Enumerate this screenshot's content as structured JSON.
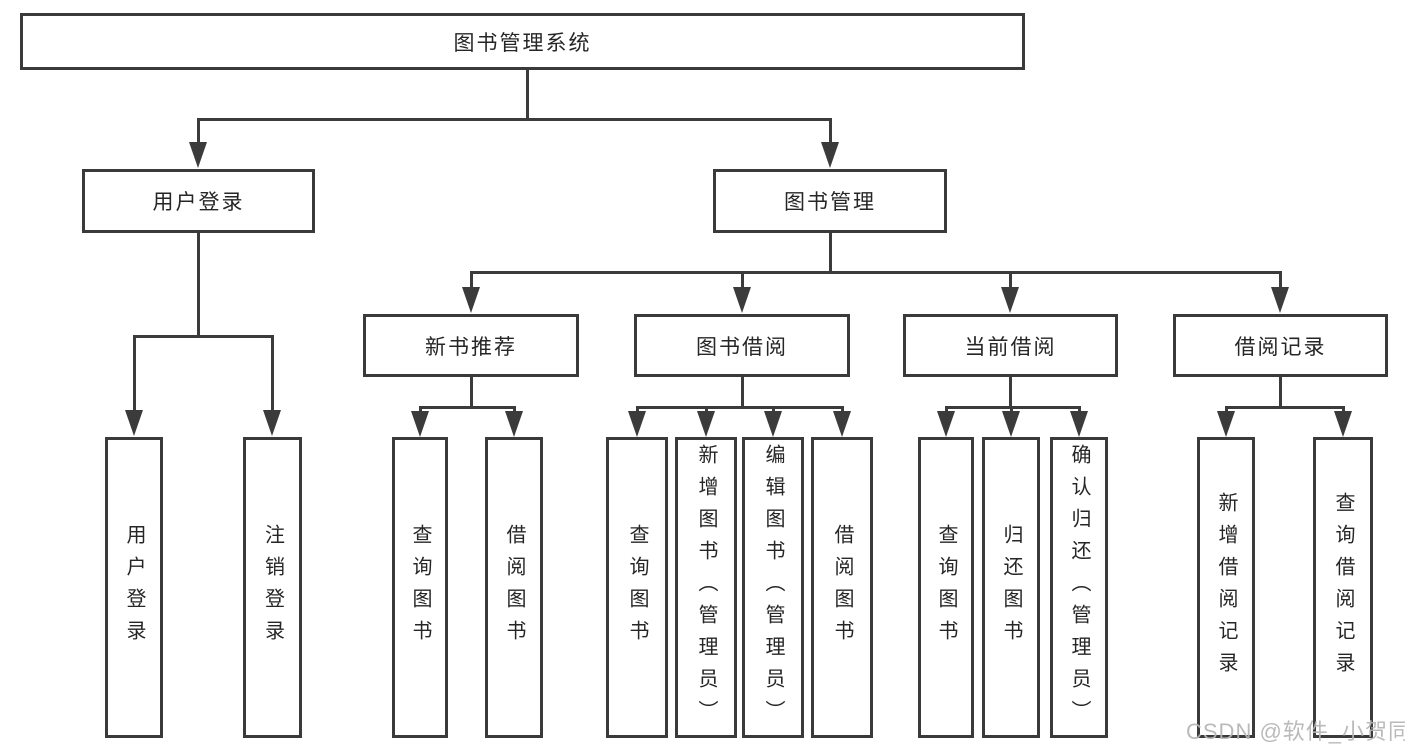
{
  "diagram": {
    "title_node": "图书管理系统",
    "root": {
      "label": "图书管理系统"
    },
    "branches": [
      {
        "label": "用户登录",
        "children": [
          {
            "label": "用户登录"
          },
          {
            "label": "注销登录"
          }
        ]
      },
      {
        "label": "图书管理",
        "children": [
          {
            "label": "新书推荐",
            "children": [
              {
                "label": "查询图书"
              },
              {
                "label": "借阅图书"
              }
            ]
          },
          {
            "label": "图书借阅",
            "children": [
              {
                "label": "查询图书"
              },
              {
                "label": "新增图书（管理员）"
              },
              {
                "label": "编辑图书（管理员）"
              },
              {
                "label": "借阅图书"
              }
            ]
          },
          {
            "label": "当前借阅",
            "children": [
              {
                "label": "查询图书"
              },
              {
                "label": "归还图书"
              },
              {
                "label": "确认归还（管理员）"
              }
            ]
          },
          {
            "label": "借阅记录",
            "children": [
              {
                "label": "新增借阅记录"
              },
              {
                "label": "查询借阅记录"
              }
            ]
          }
        ]
      }
    ]
  },
  "watermark": {
    "text": "CSDN @软件_小贺同学"
  },
  "colors": {
    "line": "#3b3b3b",
    "border": "#3a3a3a",
    "fill": "#ffffff",
    "text": "#262626",
    "watermark": "#b5b5b5",
    "bg": "#ffffff"
  }
}
